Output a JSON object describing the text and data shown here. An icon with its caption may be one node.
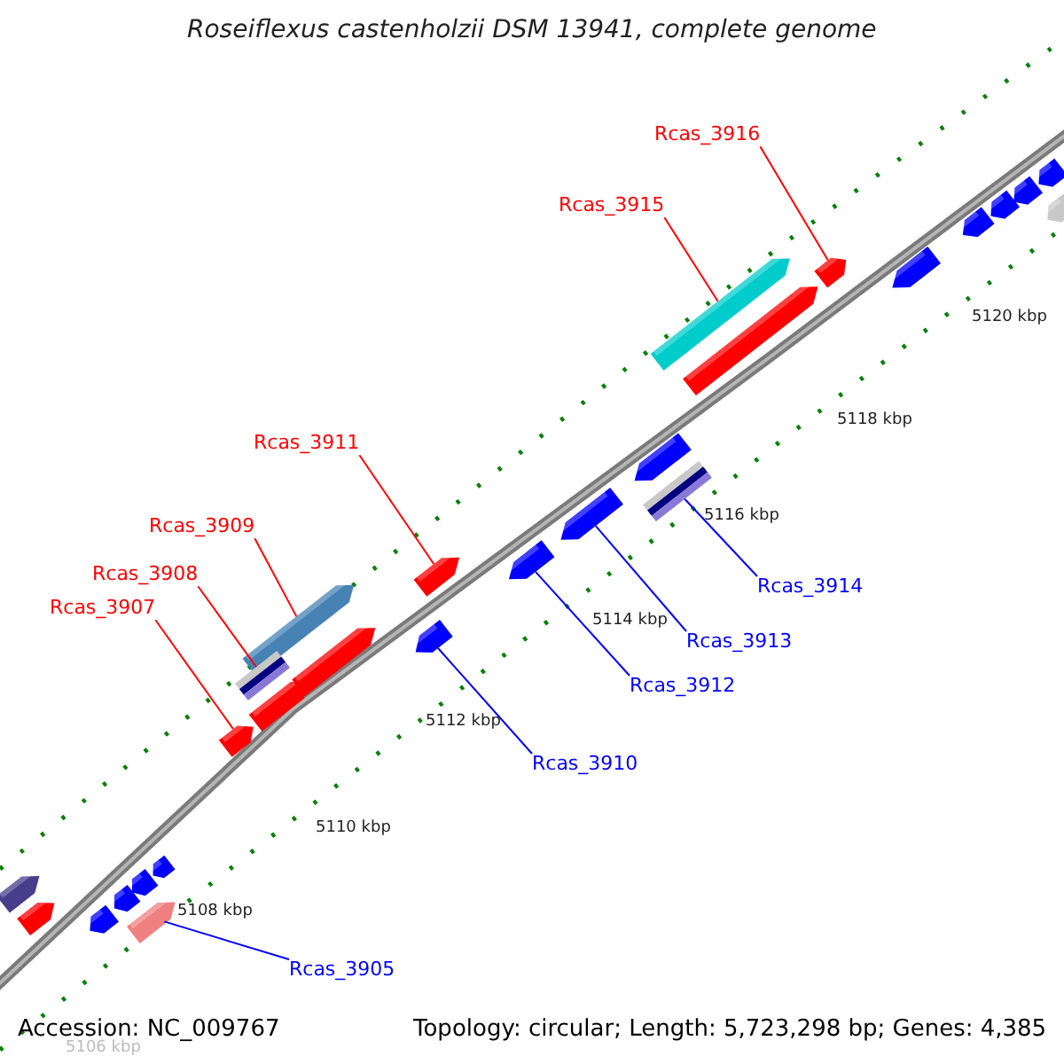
{
  "diagram": {
    "title": "Roseiflexus castenholzii DSM 13941, complete genome",
    "nodes": [
      {
        "text": [
          "Rcas_3916"
        ]
      },
      {
        "text": [],
        "shape": "bar"
      },
      {
        "text": [
          "Rcas_3915"
        ]
      },
      {
        "text": [],
        "shape": "bar"
      },
      {
        "text": [
          "Rcas_3911"
        ]
      },
      {
        "text": [],
        "shape": "bar"
      },
      {
        "text": [
          "Rcas_3909"
        ]
      },
      {
        "text": [],
        "shape": "bar"
      },
      {
        "text": [
          "Rcas_3908"
        ]
      },
      {
        "text": [],
        "shape": "bar"
      },
      {
        "text": [
          "Rcas_3907"
        ]
      },
      {
        "text": [],
        "shape": "bar"
      },
      {
        "text": [
          "Rcas_3914"
        ]
      },
      {
        "text": [],
        "shape": "bar"
      },
      {
        "text": [
          "Rcas_3913"
        ]
      },
      {
        "text": [],
        "shape": "bar"
      },
      {
        "text": [
          "Rcas_3912"
        ]
      },
      {
        "text": [],
        "shape": "bar"
      },
      {
        "text": [
          "Rcas_3910"
        ]
      },
      {
        "text": [],
        "shape": "bar"
      },
      {
        "text": [
          "Rcas_3905"
        ]
      },
      {
        "text": [],
        "shape": "bar"
      },
      {
        "text": [],
        "shape": "bar"
      },
      {
        "text": [],
        "shape": "bar"
      },
      {
        "text": [],
        "shape": "bar"
      },
      {
        "text": [],
        "shape": "bar"
      },
      {
        "text": [],
        "shape": "bar"
      },
      {
        "text": [],
        "shape": "bar"
      },
      {
        "text": [],
        "shape": "bar"
      },
      {
        "text": [],
        "shape": "bar"
      },
      {
        "text": [],
        "shape": "bar"
      },
      {
        "text": [],
        "shape": "bar"
      },
      {
        "text": [],
        "shape": "bar"
      },
      {
        "text": [],
        "shape": "bar"
      },
      {
        "text": [],
        "shape": "bar"
      },
      {
        "text": [],
        "shape": "bar"
      },
      {
        "text": [],
        "shape": "bar"
      },
      {
        "text": [],
        "shape": "bar"
      }
    ],
    "edges": [
      {
        "from": 0,
        "to": 1,
        "arrow": "none"
      },
      {
        "from": 2,
        "to": 3,
        "arrow": "none"
      },
      {
        "from": 4,
        "to": 5,
        "arrow": "none"
      },
      {
        "from": 6,
        "to": 7,
        "arrow": "none"
      },
      {
        "from": 8,
        "to": 9,
        "arrow": "none"
      },
      {
        "from": 10,
        "to": 11,
        "arrow": "none"
      },
      {
        "from": 12,
        "to": 13,
        "arrow": "none",
        "color": "#0000ff"
      },
      {
        "from": 14,
        "to": 15,
        "arrow": "none",
        "color": "#0000ff"
      },
      {
        "from": 16,
        "to": 17,
        "arrow": "none",
        "color": "#0000ff"
      },
      {
        "from": 18,
        "to": 19,
        "arrow": "none",
        "color": "#0000ff"
      },
      {
        "from": 20,
        "to": 21,
        "arrow": "none",
        "color": "#0000ff"
      }
    ],
    "labels": [
      "5120 kbp",
      "5118 kbp",
      "5116 kbp",
      "5114 kbp",
      "5112 kbp",
      "5110 kbp",
      "5108 kbp",
      "5106 kbp",
      "Accession: NC_009767",
      "Topology: circular; Length: 5,723,298 bp; Genes: 4,385"
    ]
  }
}
